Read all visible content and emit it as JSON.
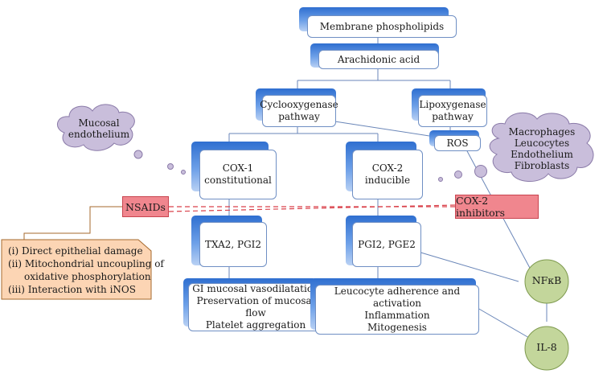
{
  "nodes": {
    "membrane": "Membrane phospholipids",
    "arachidonic": "Arachidonic acid",
    "cox_pathway": [
      "Cyclooxygenase",
      "pathway"
    ],
    "lox_pathway": [
      "Lipoxygenase",
      "pathway"
    ],
    "ros": "ROS",
    "cox1": [
      "COX-1",
      "constitutional"
    ],
    "cox2": [
      "COX-2",
      "inducible"
    ],
    "txa2": "TXA2, PGI2",
    "pgi2": "PGI2, PGE2",
    "gi_effects": [
      "GI mucosal vasodilatation",
      "Preservation of mucosal flow",
      "Platelet aggregation"
    ],
    "inflammation_effects": [
      "Leucocyte adherence and activation",
      "Inflammation",
      "Mitogenesis"
    ],
    "nsaids": "NSAIDs",
    "cox2_inhibitors": "COX-2 inhibitors",
    "nfkb": "NFκB",
    "il8": "IL-8"
  },
  "clouds": {
    "mucosal": [
      "Mucosal",
      "endothelium"
    ],
    "cells": [
      "Macrophages",
      "Leucocytes",
      "Endothelium",
      "Fibroblasts"
    ]
  },
  "nsaid_effects": [
    "(i) Direct epithelial damage",
    "(ii) Mitochondrial uncoupling of",
    "oxidative phosphorylation",
    "(iii) Interaction with iNOS"
  ],
  "colors": {
    "box_border": "#6f8fc4",
    "tab_blue": "#2f6fd0",
    "red_box": "#f0868e",
    "dashed_line": "#d9414a",
    "cloud": "#c9bedb",
    "green_circle": "#c3d69b",
    "note_fill": "#fcd5b4"
  }
}
